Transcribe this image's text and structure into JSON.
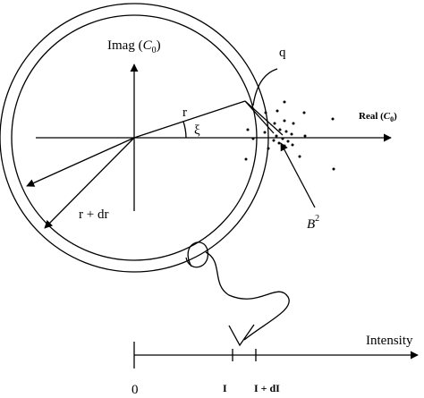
{
  "labels": {
    "imag_prefix": "Imag (",
    "imag_var": "C",
    "imag_sub": "0",
    "imag_suffix": ")",
    "real_prefix": "Real (",
    "real_var": "C",
    "real_sub": "0",
    "real_suffix": ")",
    "q": "q",
    "r": "r",
    "xi": "ξ",
    "r_dr": "r + dr",
    "b2_base": "B",
    "b2_exp": "2",
    "intensity": "Intensity",
    "zero": "0",
    "i": "I",
    "i_di": "I + dI"
  }
}
